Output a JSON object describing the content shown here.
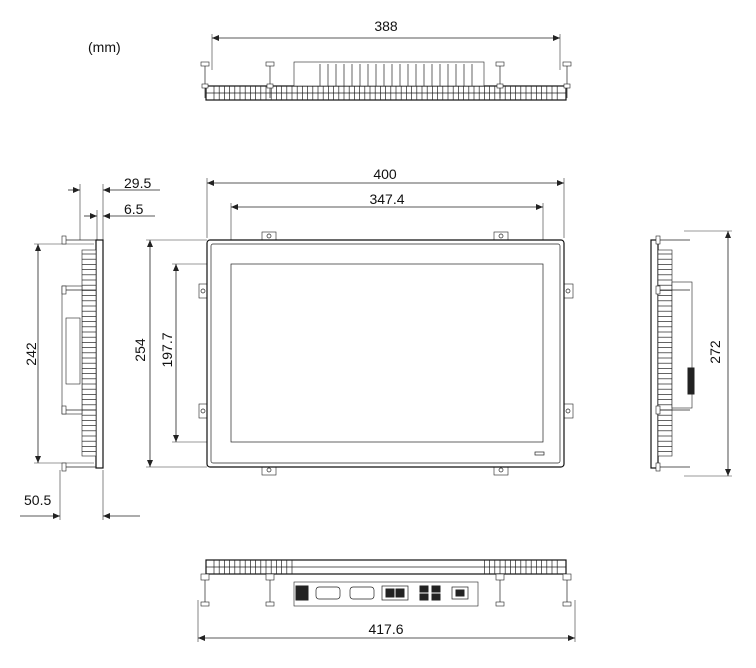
{
  "unit_label": "(mm)",
  "dimensions": {
    "top_width": "388",
    "front_width": "400",
    "front_inner_width": "347.4",
    "bottom_width": "417.6",
    "side_depth": "29.5",
    "side_bezel": "6.5",
    "side_height": "242",
    "front_height": "254",
    "front_inner_height": "197.7",
    "right_height": "272",
    "base_depth": "50.5"
  }
}
